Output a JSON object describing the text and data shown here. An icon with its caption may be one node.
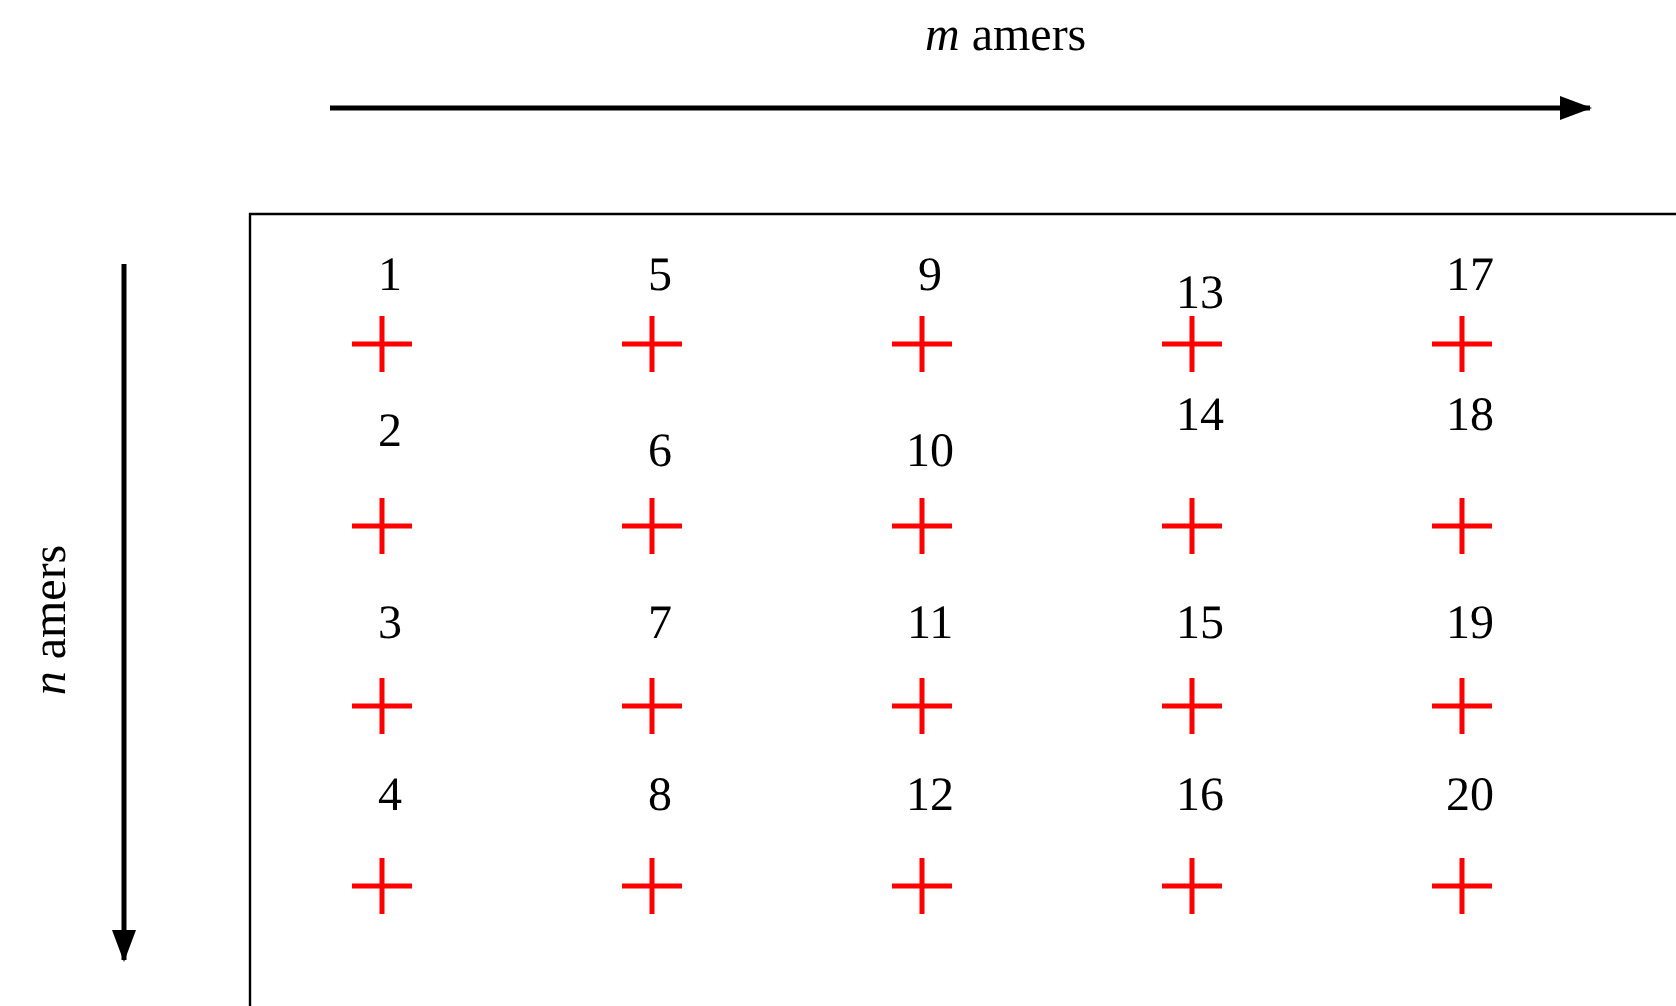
{
  "diagram": {
    "labels": [
      "*m* amers",
      "*n* amers",
      "1",
      "5",
      "9",
      "13",
      "17",
      "2",
      "6",
      "10",
      "14",
      "18",
      "3",
      "7",
      "11",
      "15",
      "19",
      "4",
      "8",
      "12",
      "16",
      "20"
    ]
  }
}
